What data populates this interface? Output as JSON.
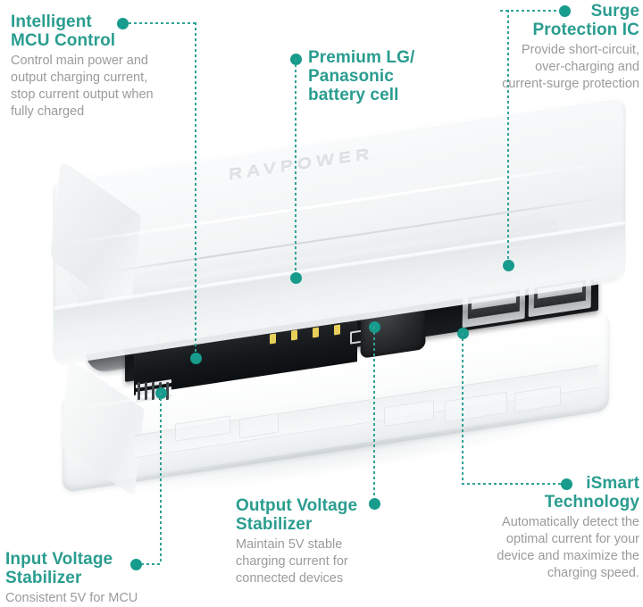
{
  "product": {
    "brand_text": "RAVPOWER",
    "accent_color": "#2a9d8f",
    "dot_color": "#179b8c",
    "body_text_color": "#9b9b9b"
  },
  "callouts": [
    {
      "id": "intelligent-mcu-control",
      "title": "Intelligent\nMCU Control",
      "body": "Control main power and\noutput charging current,\nstop current output when\nfully charged",
      "align": "left"
    },
    {
      "id": "premium-battery-cell",
      "title": "Premium LG/\nPanasonic\nbattery cell",
      "body": "",
      "align": "left"
    },
    {
      "id": "surge-protection-ic",
      "title": "Surge\nProtection IC",
      "body": "Provide short-circuit,\nover-charging and\ncurrent-surge protection",
      "align": "right"
    },
    {
      "id": "ismart-technology",
      "title": "iSmart\nTechnology",
      "body": "Automatically detect the\noptimal current for your\ndevice and maximize the\ncharging speed.",
      "align": "right"
    },
    {
      "id": "output-voltage-stabilizer",
      "title": "Output Voltage\nStabilizer",
      "body": "Maintain 5V stable\ncharging current for\nconnected devices",
      "align": "left"
    },
    {
      "id": "input-voltage-stabilizer",
      "title": "Input Voltage\nStabilizer",
      "body": "Consistent 5V for MCU",
      "align": "left"
    }
  ]
}
